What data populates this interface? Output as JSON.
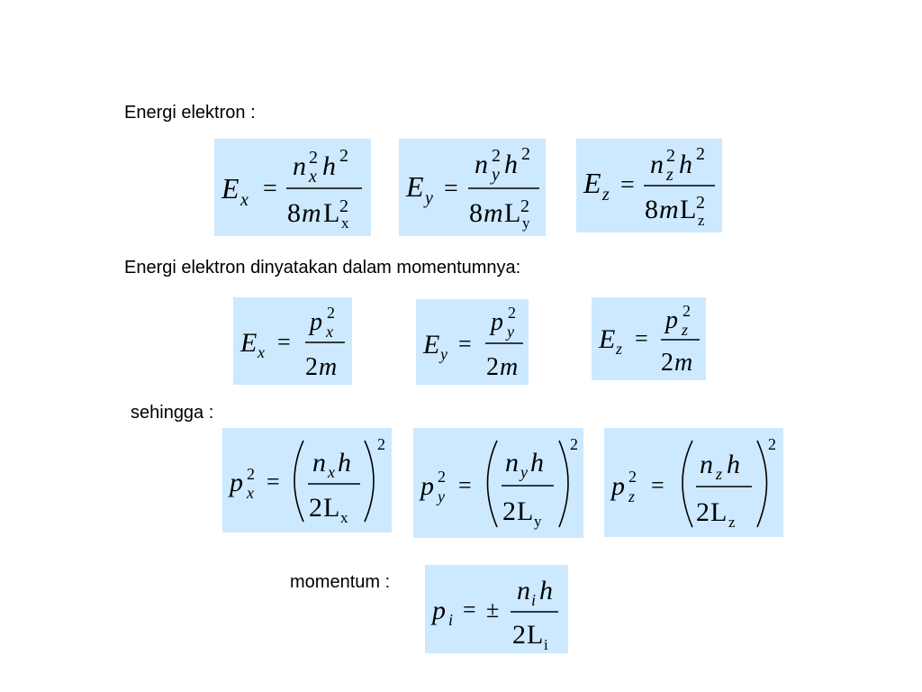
{
  "labels": {
    "energy": "Energi elektron :",
    "energy_momentum": "Energi elektron dinyatakan dalam momentumnya:",
    "thus": "sehingga :",
    "momentum": "momentum :"
  },
  "formulas": {
    "energy": [
      {
        "lhs": "E",
        "axis": "x",
        "equals": "=",
        "n": "n",
        "sup": "2",
        "h": "h",
        "den_coef": "8",
        "m": "m",
        "L": "L"
      },
      {
        "lhs": "E",
        "axis": "y",
        "equals": "=",
        "n": "n",
        "sup": "2",
        "h": "h",
        "den_coef": "8",
        "m": "m",
        "L": "L"
      },
      {
        "lhs": "E",
        "axis": "z",
        "equals": "=",
        "n": "n",
        "sup": "2",
        "h": "h",
        "den_coef": "8",
        "m": "m",
        "L": "L"
      }
    ],
    "energy_momentum": [
      {
        "lhs": "E",
        "axis": "x",
        "equals": "=",
        "p": "p",
        "sup": "2",
        "den_coef": "2",
        "m": "m"
      },
      {
        "lhs": "E",
        "axis": "y",
        "equals": "=",
        "p": "p",
        "sup": "2",
        "den_coef": "2",
        "m": "m"
      },
      {
        "lhs": "E",
        "axis": "z",
        "equals": "=",
        "p": "p",
        "sup": "2",
        "den_coef": "2",
        "m": "m"
      }
    ],
    "momentum_squared": [
      {
        "p": "p",
        "axis": "x",
        "sup": "2",
        "equals": "=",
        "n": "n",
        "h": "h",
        "den_coef": "2",
        "L": "L",
        "outer_sup": "2"
      },
      {
        "p": "p",
        "axis": "y",
        "sup": "2",
        "equals": "=",
        "n": "n",
        "h": "h",
        "den_coef": "2",
        "L": "L",
        "outer_sup": "2"
      },
      {
        "p": "p",
        "axis": "z",
        "sup": "2",
        "equals": "=",
        "n": "n",
        "h": "h",
        "den_coef": "2",
        "L": "L",
        "outer_sup": "2"
      }
    ],
    "momentum": {
      "p": "p",
      "axis": "i",
      "equals": "=",
      "pm": "±",
      "n": "n",
      "h": "h",
      "den_coef": "2",
      "L": "L"
    }
  },
  "colors": {
    "box_bg": "#cce9ff"
  }
}
